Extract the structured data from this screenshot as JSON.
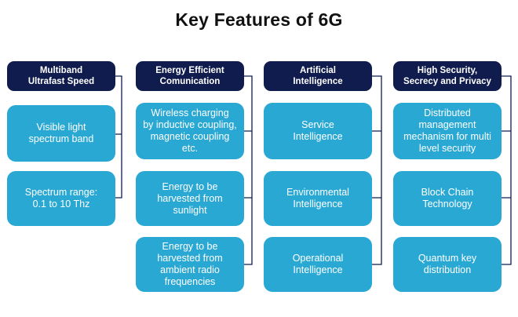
{
  "title": "Key Features of 6G",
  "colors": {
    "header_bg": "#0f1c4d",
    "card_bg": "#2aa8d4",
    "connector": "#0f1c4d"
  },
  "columns": [
    {
      "header": "Multiband\nUltrafast Speed",
      "items": [
        "Visible light\nspectrum band",
        "Spectrum range:\n0.1 to 10 Thz"
      ]
    },
    {
      "header": "Energy Efficient\nComunication",
      "items": [
        "Wireless charging\nby inductive coupling,\nmagnetic coupling\netc.",
        "Energy to be\nharvested from\nsunlight",
        "Energy to be\nharvested from\nambient radio\nfrequencies"
      ]
    },
    {
      "header": "Artificial\nIntelligence",
      "items": [
        "Service\nIntelligence",
        "Environmental\nIntelligence",
        "Operational\nIntelligence"
      ]
    },
    {
      "header": "High Security,\nSecrecy and Privacy",
      "items": [
        "Distributed\nmanagement\nmechanism for multi\nlevel security",
        "Block Chain\nTechnology",
        "Quantum key\ndistribution"
      ]
    }
  ]
}
